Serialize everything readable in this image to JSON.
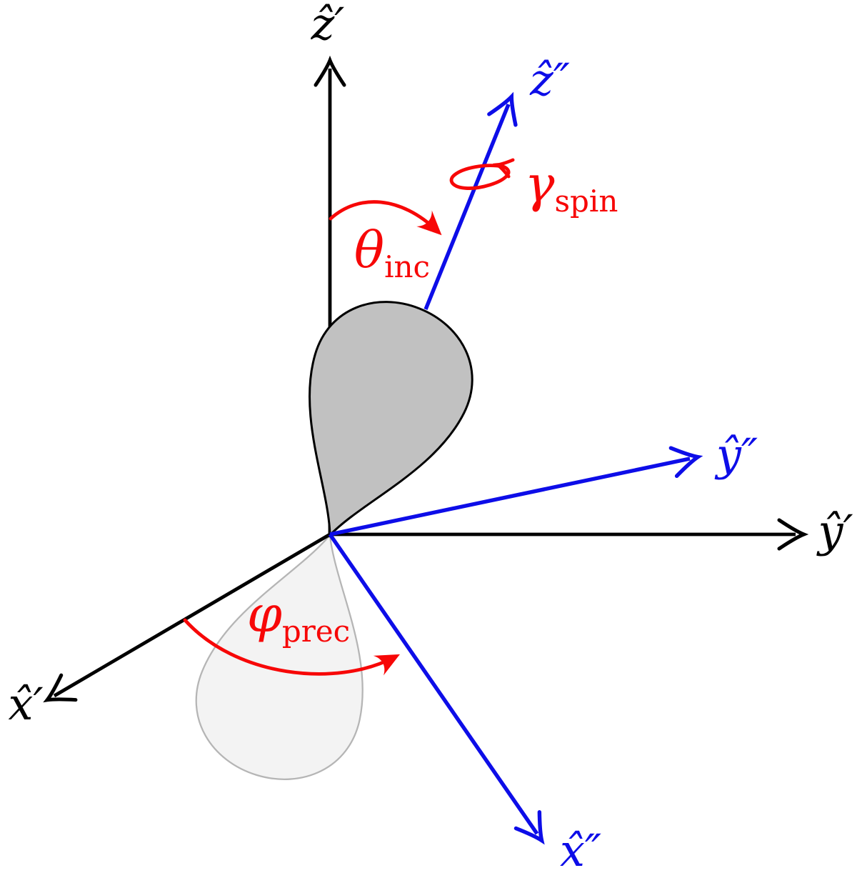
{
  "figure": {
    "description": "Two 3D coordinate frames with Euler angle annotations and dipole radiation lobes"
  },
  "axes": {
    "z_prime": {
      "label": "ẑ′"
    },
    "y_prime": {
      "label": "ŷ′"
    },
    "x_prime": {
      "label": "x̂′"
    },
    "z_double_prime": {
      "label": "ẑ″"
    },
    "y_double_prime": {
      "label": "ŷ″"
    },
    "x_double_prime": {
      "label": "x̂″"
    }
  },
  "angles": {
    "theta_inc": {
      "symbol": "θ",
      "subscript": "inc"
    },
    "phi_prec": {
      "symbol": "φ",
      "subscript": "prec"
    },
    "gamma_spin": {
      "symbol": "γ",
      "subscript": "spin"
    }
  },
  "colors": {
    "primed_frame": "#000000",
    "double_primed_frame": "#0d0de8",
    "angle_marks": "#f70707",
    "front_lobe_fill": "#c1c1c1",
    "front_lobe_stroke": "#000000",
    "back_lobe_fill": "#f3f3f3",
    "back_lobe_stroke": "#b5b5b5",
    "background": "#ffffff"
  }
}
